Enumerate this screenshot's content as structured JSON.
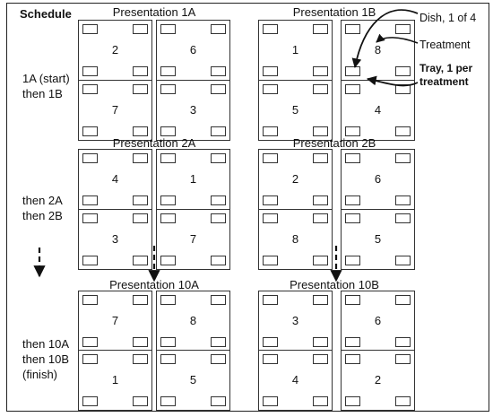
{
  "schedule_heading": "Schedule",
  "steps": [
    {
      "line1": "1A (start)",
      "line2": "then 1B"
    },
    {
      "line1": "then 2A",
      "line2": "then 2B"
    },
    {
      "line1": "then 10A",
      "line2": "then 10B",
      "line3": "(finish)"
    }
  ],
  "presentations": [
    {
      "title": "Presentation 1A",
      "trays": [
        "2",
        "6",
        "7",
        "3"
      ]
    },
    {
      "title": "Presentation 1B",
      "trays": [
        "1",
        "8",
        "5",
        "4"
      ]
    },
    {
      "title": "Presentation 2A",
      "trays": [
        "4",
        "1",
        "3",
        "7"
      ]
    },
    {
      "title": "Presentation 2B",
      "trays": [
        "2",
        "6",
        "8",
        "5"
      ]
    },
    {
      "title": "Presentation 10A",
      "trays": [
        "7",
        "8",
        "1",
        "5"
      ]
    },
    {
      "title": "Presentation 10B",
      "trays": [
        "3",
        "6",
        "4",
        "2"
      ]
    }
  ],
  "legend": {
    "dish": "Dish, 1 of 4",
    "treatment": "Treatment",
    "tray_line1": "Tray, 1 per",
    "tray_line2": "treatment"
  }
}
